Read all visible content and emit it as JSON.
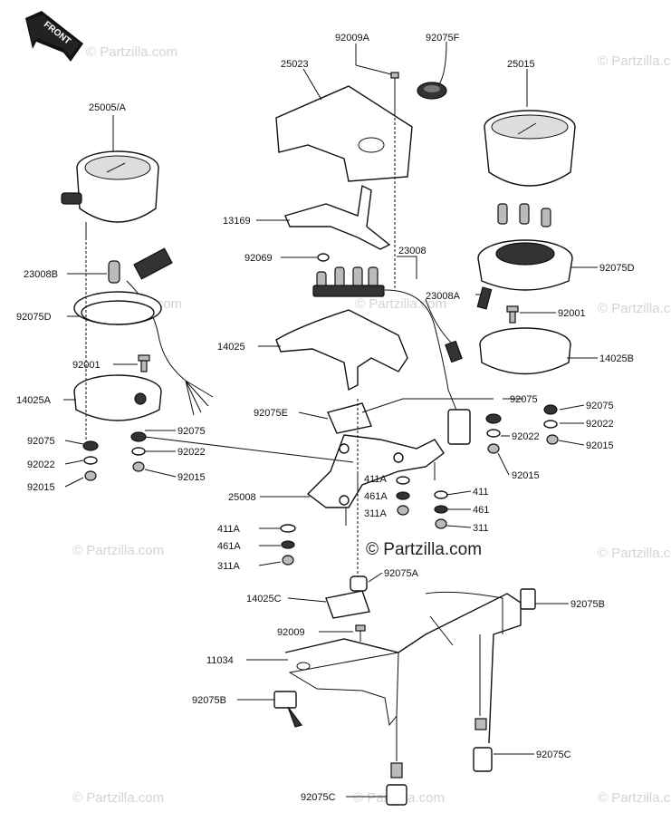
{
  "front_label": "FRONT",
  "watermark_main": "© Partzilla.com",
  "watermark_faint": "© Partzilla.com",
  "labels": {
    "p25005A": "25005/A",
    "p25023": "25023",
    "p92009A": "92009A",
    "p92075F": "92075F",
    "p25015": "25015",
    "p13169": "13169",
    "p92069": "92069",
    "p23008": "23008",
    "p23008B": "23008B",
    "p23008A": "23008A",
    "p92075D_left": "92075D",
    "p92075D_right": "92075D",
    "p92001_left": "92001",
    "p92001_right": "92001",
    "p14025": "14025",
    "p14025A": "14025A",
    "p14025B": "14025B",
    "p92075E": "92075E",
    "p92075_l1": "92075",
    "p92075_l2": "92075",
    "p92022_l1": "92022",
    "p92022_l2": "92022",
    "p92015_l1": "92015",
    "p92015_l2": "92015",
    "p92075_r1": "92075",
    "p92075_r2": "92075",
    "p92022_r1": "92022",
    "p92022_r2": "92022",
    "p92015_r1": "92015",
    "p92015_r2": "92015",
    "p25008": "25008",
    "p411A_c": "411A",
    "p461A_c": "461A",
    "p311A_c": "311A",
    "p411_r": "411",
    "p461_r": "461",
    "p311_r": "311",
    "p411A_l": "411A",
    "p461A_l": "461A",
    "p311A_l": "311A",
    "p92075A": "92075A",
    "p14025C": "14025C",
    "p92075B_r": "92075B",
    "p92009": "92009",
    "p11034": "11034",
    "p92075B_l": "92075B",
    "p92075C_r": "92075C",
    "p92075C_b": "92075C"
  }
}
